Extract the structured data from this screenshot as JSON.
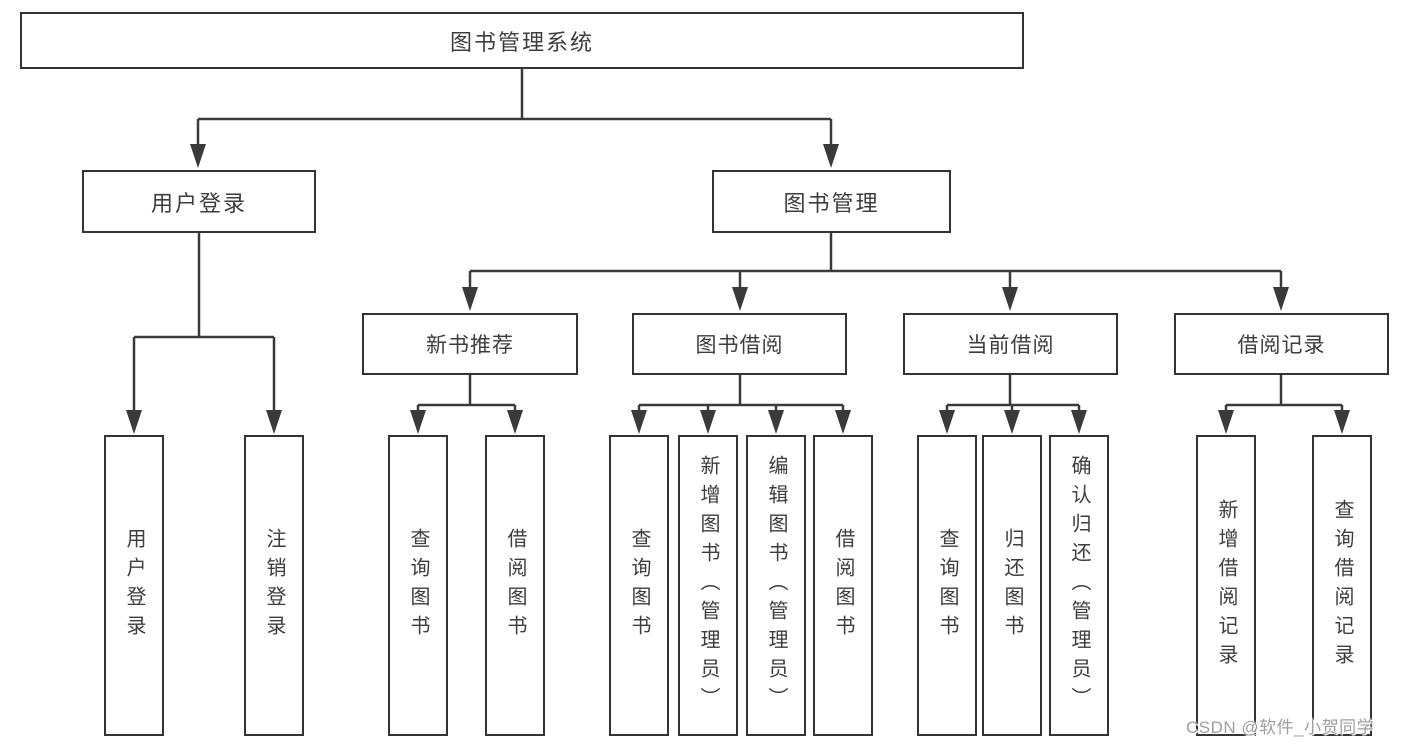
{
  "title": "图书管理系统",
  "colors": {
    "line": "#3a3a3a",
    "box_border": "#333333",
    "box_background": "#ffffff",
    "label_text": "#3d3d3d",
    "watermark_text": "#9e9e9e"
  },
  "chart_data": {
    "type": "tree-diagram",
    "root": "图书管理系统",
    "edges": [
      [
        "图书管理系统",
        "用户登录"
      ],
      [
        "图书管理系统",
        "图书管理"
      ],
      [
        "用户登录",
        "用户登录(叶)"
      ],
      [
        "用户登录",
        "注销登录"
      ],
      [
        "图书管理",
        "新书推荐"
      ],
      [
        "图书管理",
        "图书借阅"
      ],
      [
        "图书管理",
        "当前借阅"
      ],
      [
        "图书管理",
        "借阅记录"
      ],
      [
        "新书推荐",
        "查询图书"
      ],
      [
        "新书推荐",
        "借阅图书"
      ],
      [
        "图书借阅",
        "查询图书"
      ],
      [
        "图书借阅",
        "新增图书（管理员）"
      ],
      [
        "图书借阅",
        "编辑图书（管理员）"
      ],
      [
        "图书借阅",
        "借阅图书"
      ],
      [
        "当前借阅",
        "查询图书"
      ],
      [
        "当前借阅",
        "归还图书"
      ],
      [
        "当前借阅",
        "确认归还（管理员）"
      ],
      [
        "借阅记录",
        "新增借阅记录"
      ],
      [
        "借阅记录",
        "查询借阅记录"
      ]
    ]
  },
  "nodes": {
    "root": {
      "label": "图书管理系统"
    },
    "level2": [
      {
        "label": "用户登录"
      },
      {
        "label": "图书管理"
      }
    ],
    "level3": [
      {
        "label": "新书推荐"
      },
      {
        "label": "图书借阅"
      },
      {
        "label": "当前借阅"
      },
      {
        "label": "借阅记录"
      }
    ],
    "leaves": [
      {
        "label": "用户登录",
        "parent": "用户登录"
      },
      {
        "label": "注销登录",
        "parent": "用户登录"
      },
      {
        "label": "查询图书",
        "parent": "新书推荐"
      },
      {
        "label": "借阅图书",
        "parent": "新书推荐"
      },
      {
        "label": "查询图书",
        "parent": "图书借阅"
      },
      {
        "label": "新增图书（管理员）",
        "parent": "图书借阅"
      },
      {
        "label": "编辑图书（管理员）",
        "parent": "图书借阅"
      },
      {
        "label": "借阅图书",
        "parent": "图书借阅"
      },
      {
        "label": "查询图书",
        "parent": "当前借阅"
      },
      {
        "label": "归还图书",
        "parent": "当前借阅"
      },
      {
        "label": "确认归还（管理员）",
        "parent": "当前借阅"
      },
      {
        "label": "新增借阅记录",
        "parent": "借阅记录"
      },
      {
        "label": "查询借阅记录",
        "parent": "借阅记录"
      }
    ]
  },
  "watermark": {
    "text": "CSDN @软件_小贺同学"
  }
}
